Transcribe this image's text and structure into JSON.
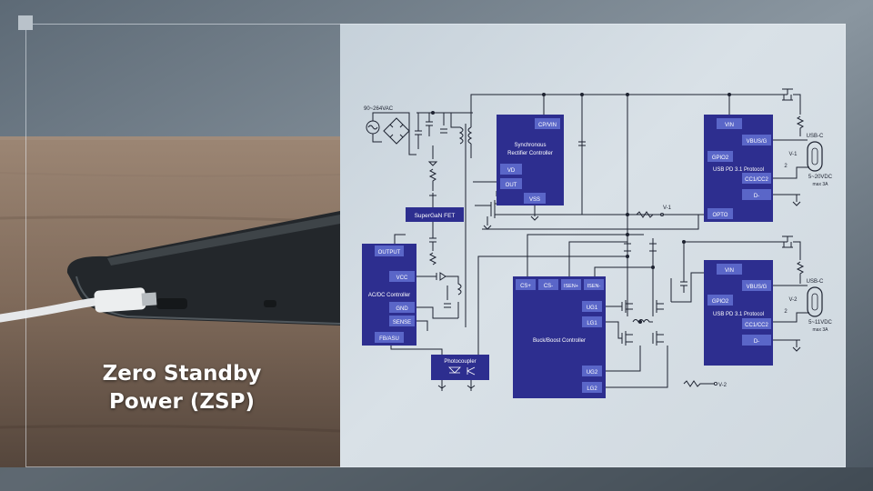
{
  "caption": {
    "line1": "Zero Standby",
    "line2": "Power (ZSP)"
  },
  "input_label": "90~264VAC",
  "blocks": {
    "sync": {
      "title_line1": "Synchronous",
      "title_line2": "Rectifier Controller",
      "pins": [
        "CP/VIN",
        "VD",
        "OUT",
        "VSS"
      ]
    },
    "supergan": {
      "title": "SuperGaN FET"
    },
    "acdc": {
      "title": "AC/DC Controller",
      "pins": [
        "OUTPUT",
        "VCC",
        "GND",
        "SENSE",
        "FB/ASU"
      ]
    },
    "photocoupler": {
      "title": "Photocoupler"
    },
    "buckboost": {
      "title": "Buck/Boost Controller",
      "pins": [
        "CS+",
        "CS-",
        "ISEN+",
        "ISEN-",
        "UG1",
        "LG1",
        "UG2",
        "LG2"
      ]
    },
    "usbpd1": {
      "title": "USB PD 3.1 Protocol",
      "pins": [
        "VIN",
        "VBUS/G",
        "GPIO2",
        "CC1/CC2",
        "D-",
        "OPTO"
      ]
    },
    "usbpd2": {
      "title": "USB PD 3.1 Protocol",
      "pins": [
        "VIN",
        "VBUS/G",
        "GPIO2",
        "CC1/CC2",
        "D-"
      ]
    }
  },
  "ports": {
    "port1": {
      "name": "USB-C",
      "voltage": "5~20VDC",
      "current": "max 3A",
      "node": "V-1",
      "pin_count": "2"
    },
    "port2": {
      "name": "USB-C",
      "voltage": "5~11VDC",
      "current": "max 3A",
      "node": "V-2",
      "pin_count": "2"
    }
  },
  "colors": {
    "block": "#2d2e8f",
    "pin": "#5a66c8",
    "wire": "#1d2230",
    "panel": "#d3dbe2"
  }
}
